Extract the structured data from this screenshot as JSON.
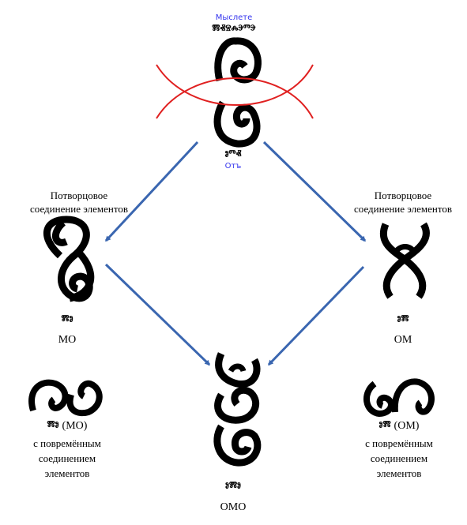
{
  "top": {
    "word_ru": "Мыслете",
    "word_glyph": "ⰿⱏⱄⰾⰵⱅⰵ",
    "bottom_glyph": "ⱁⱅⱏ",
    "bottom_ru": "Отъ"
  },
  "left": {
    "caption": [
      "Потворцовое",
      "соединение элементов"
    ],
    "glyph": "ⰿⱁ",
    "label": "МО",
    "alt_glyph": "ⰿⱁ",
    "alt_paren": "(МО)",
    "alt_caption": [
      "с повремённым",
      "соединением",
      "элементов"
    ]
  },
  "right": {
    "caption": [
      "Потворцовое",
      "соединение элементов"
    ],
    "glyph": "ⱁⰿ",
    "label": "ОМ",
    "alt_glyph": "ⱁⰿ",
    "alt_paren": "(ОМ)",
    "alt_caption": [
      "с повремённым",
      "соединением",
      "элементов"
    ]
  },
  "center": {
    "glyph": "ⱁⰿⱁ",
    "label": "ОМО"
  },
  "colors": {
    "arrow": "#3a66b0",
    "cross": "#e02020",
    "label_blue": "#3333ee"
  }
}
